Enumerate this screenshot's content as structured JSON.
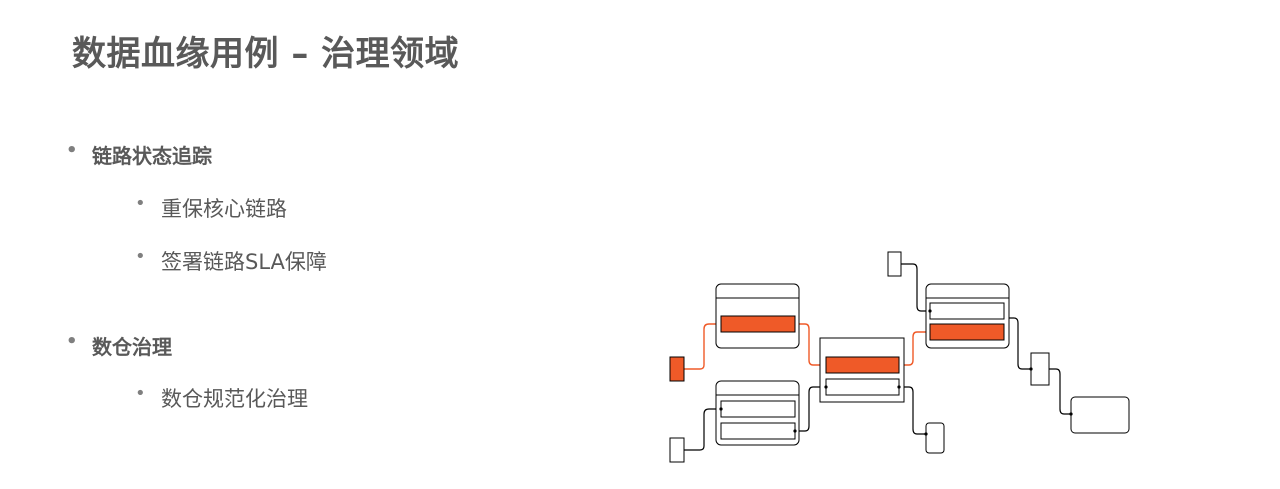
{
  "slide": {
    "title": "数据血缘用例 – 治理领域"
  },
  "bullets": [
    {
      "label": "链路状态追踪",
      "children": [
        {
          "label": "重保核心链路"
        },
        {
          "label": "签署链路SLA保障"
        }
      ]
    },
    {
      "label": "数仓治理",
      "children": [
        {
          "label": "数仓规范化治理"
        }
      ]
    }
  ],
  "bullet_symbol": "•",
  "diagram": {
    "highlight_color": "#ef5a28",
    "line_color": "#000000"
  }
}
